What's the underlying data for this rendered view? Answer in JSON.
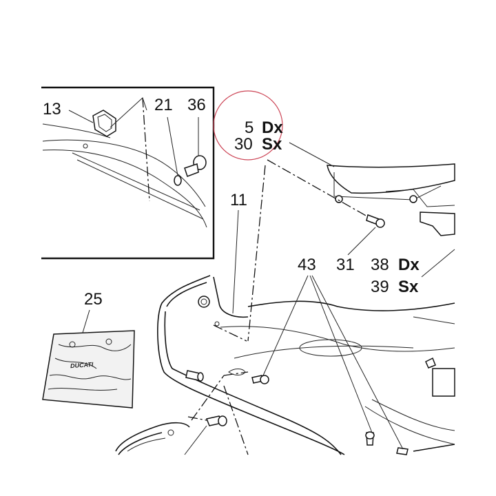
{
  "callouts": {
    "c13": "13",
    "c21": "21",
    "c36": "36",
    "c11": "11",
    "c25": "25",
    "c5_num": "5",
    "c5_side": "Dx",
    "c30_num": "30",
    "c30_side": "Sx",
    "c31": "31",
    "c38_num": "38",
    "c38_side": "Dx",
    "c39_num": "39",
    "c39_side": "Sx",
    "c43": "43"
  },
  "kit_brand": "DUCATI",
  "colors": {
    "line": "#111111",
    "highlight_circle": "#cc4455",
    "background": "#ffffff"
  }
}
